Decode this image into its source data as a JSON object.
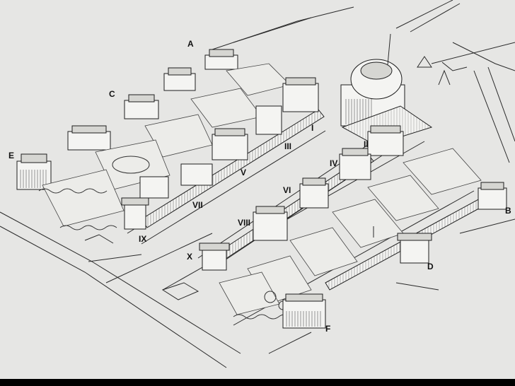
{
  "labels": {
    "A": "A",
    "B": "B",
    "C": "C",
    "D": "D",
    "E": "E",
    "F": "F",
    "I": "I",
    "II": "II",
    "III": "III",
    "IV": "IV",
    "V": "V",
    "VI": "VI",
    "VII": "VII",
    "VIII": "VIII",
    "IX": "IX",
    "X": "X"
  },
  "colors": {
    "paper": "#e6e6e4",
    "ink": "#111111",
    "frame": "#000000"
  }
}
